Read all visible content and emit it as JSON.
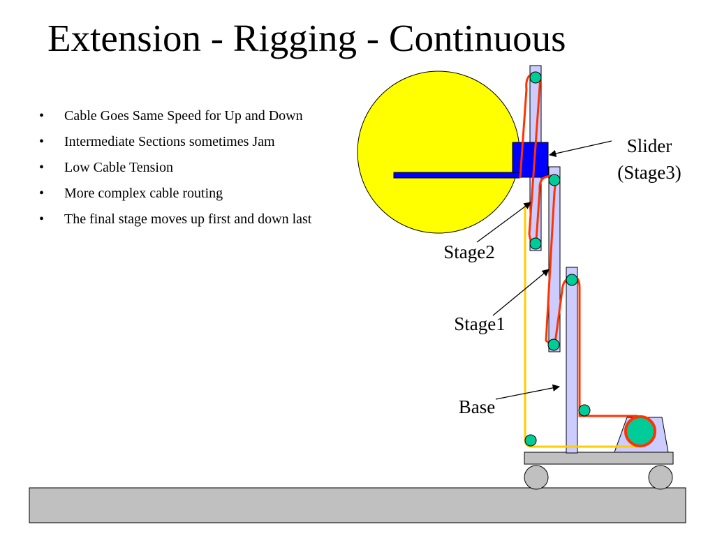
{
  "slide": {
    "title": "Extension - Rigging - Continuous",
    "bullet_marker": "•",
    "bullets": [
      "Cable Goes Same Speed for Up and Down",
      "Intermediate Sections sometimes Jam",
      "Low Cable Tension",
      "More complex cable routing",
      "The final stage moves up first and down last"
    ]
  },
  "diagram": {
    "labels": {
      "slider_line1": "Slider",
      "slider_line2": "(Stage3)",
      "stage2": "Stage2",
      "stage1": "Stage1",
      "base": "Base"
    },
    "colors": {
      "ball": "#ffff00",
      "slider_block": "#0000ff",
      "stage_fill": "#ccccff",
      "cable_red": "#ff3300",
      "cable_yellow": "#ffcc00",
      "pulley": "#00cc99",
      "cart": "#c0c0c0",
      "floor": "#c0c0c0"
    }
  }
}
